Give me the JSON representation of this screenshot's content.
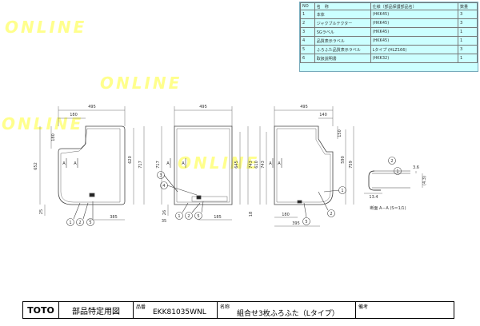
{
  "watermark": "ONLINE",
  "parts_table": {
    "headers": [
      "NO",
      "名　称",
      "仕様（部品保護部品名）",
      "数量"
    ],
    "rows": [
      {
        "no": "1",
        "name": "本体",
        "spec": "(HKK45)",
        "qty": "3"
      },
      {
        "no": "2",
        "name": "ジャクブルテクター",
        "spec": "(HKK45)",
        "qty": "3"
      },
      {
        "no": "3",
        "name": "SGラベル",
        "spec": "(HKK45)",
        "qty": "1"
      },
      {
        "no": "4",
        "name": "品質表示ラベル",
        "spec": "(HKK45)",
        "qty": "1"
      },
      {
        "no": "5",
        "name": "ふろふた品質表示ラベル",
        "spec": "Lタイプ (HLZ166)",
        "qty": "3"
      },
      {
        "no": "6",
        "name": "取扱説明書",
        "spec": "(HKK32)",
        "qty": "1"
      }
    ]
  },
  "drawing": {
    "lid1": {
      "width": "495",
      "notch_w": "180",
      "notch_h": "180",
      "h_total": "652",
      "h_inner": "620",
      "h_side": "717",
      "bottom_gap": "25",
      "bottom_w": "385",
      "sec_a": "A",
      "callouts": [
        "1",
        "2",
        "5"
      ]
    },
    "lid2": {
      "width": "495",
      "h_top": "645",
      "h_mid": "743",
      "h_right": "717",
      "bottom_gap": "26",
      "dim_35": "35",
      "dim_185": "185",
      "sec_a": "A",
      "callouts": [
        "3",
        "4",
        "1",
        "2",
        "5"
      ]
    },
    "lid3": {
      "width": "495",
      "notch_w": "140",
      "notch_h": "150",
      "h_inner": "590",
      "h_right": "759",
      "h_left": "610",
      "h_left2": "743",
      "bottom_gap": "18",
      "dim_180": "180",
      "dim_395": "395",
      "sec_a": "A",
      "callouts": [
        "1",
        "2",
        "5"
      ]
    },
    "section": {
      "dims": [
        "3.6",
        "(4.3)",
        "13.4"
      ],
      "callouts": [
        "2",
        "1"
      ],
      "label": "断面 A－A (S＝1/1)"
    }
  },
  "title_block": {
    "brand": "TOTO",
    "doc_type": "部品特定用図",
    "part_no_label": "品番",
    "part_no": "EKK81035WNL",
    "name_label": "名称",
    "name": "組合せ3枚ふろふた（Lタイプ）",
    "remarks_label": "備考",
    "remarks": ""
  }
}
